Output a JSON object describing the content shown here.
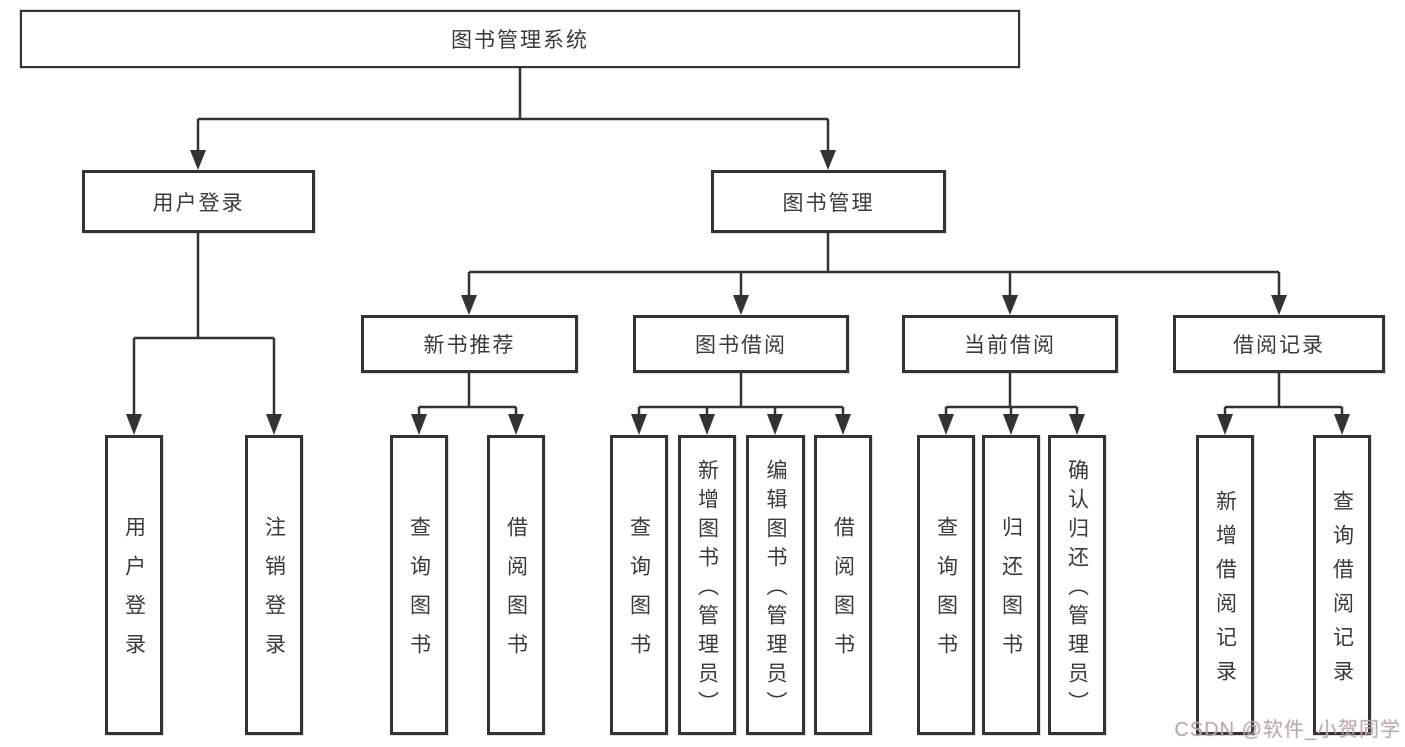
{
  "tree": {
    "label": "图书管理系统",
    "children": [
      {
        "label": "用户登录",
        "children": [
          {
            "label": "用户登录"
          },
          {
            "label": "注销登录"
          }
        ]
      },
      {
        "label": "图书管理",
        "children": [
          {
            "label": "新书推荐",
            "children": [
              {
                "label": "查询图书"
              },
              {
                "label": "借阅图书"
              }
            ]
          },
          {
            "label": "图书借阅",
            "children": [
              {
                "label": "查询图书"
              },
              {
                "label": "新增图书（管理员）"
              },
              {
                "label": "编辑图书（管理员）"
              },
              {
                "label": "借阅图书"
              }
            ]
          },
          {
            "label": "当前借阅",
            "children": [
              {
                "label": "查询图书"
              },
              {
                "label": "归还图书"
              },
              {
                "label": "确认归还（管理员）"
              }
            ]
          },
          {
            "label": "借阅记录",
            "children": [
              {
                "label": "新增借阅记录"
              },
              {
                "label": "查询借阅记录"
              }
            ]
          }
        ]
      }
    ]
  },
  "watermark": {
    "text": "CSDN @软件_小贺同学"
  },
  "colors": {
    "line": "#333333",
    "box_background": "#ffffff",
    "text": "#3a3a3a",
    "watermark": "#acacac"
  }
}
